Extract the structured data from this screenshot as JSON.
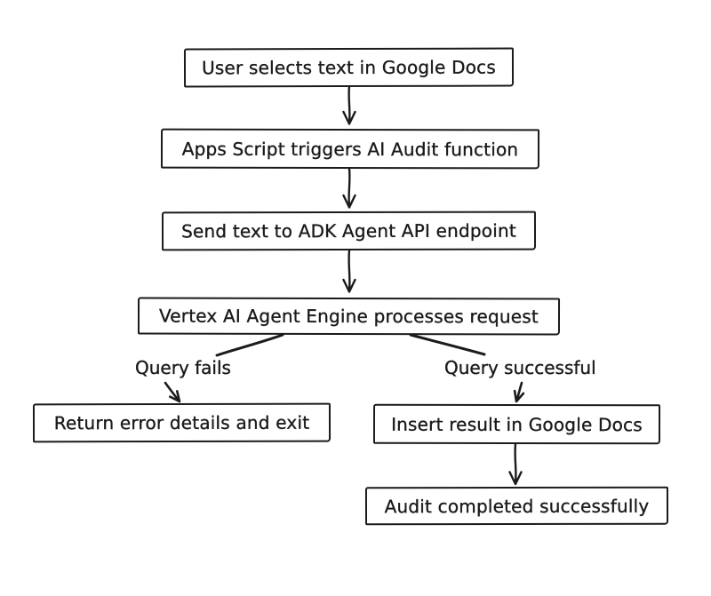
{
  "diagram": {
    "type": "flowchart",
    "background_color": "#ffffff",
    "stroke_color": "#1b1b1b",
    "box_fill_color": "#ffffff",
    "nodes": [
      {
        "id": "user-selects-text",
        "label": "User selects text in Google Docs"
      },
      {
        "id": "apps-script-trigger",
        "label": "Apps Script triggers AI Audit function"
      },
      {
        "id": "send-text-adk",
        "label": "Send text to ADK Agent API endpoint"
      },
      {
        "id": "vertex-engine",
        "label": "Vertex AI Agent Engine processes request"
      },
      {
        "id": "return-error",
        "label": "Return error details and exit"
      },
      {
        "id": "insert-result",
        "label": "Insert result in Google Docs"
      },
      {
        "id": "audit-complete",
        "label": "Audit completed successfully"
      }
    ],
    "edge_labels": [
      {
        "id": "query-fails",
        "label": "Query fails"
      },
      {
        "id": "query-successful",
        "label": "Query successful"
      }
    ],
    "edges": [
      {
        "from": "user-selects-text",
        "to": "apps-script-trigger",
        "label": ""
      },
      {
        "from": "apps-script-trigger",
        "to": "send-text-adk",
        "label": ""
      },
      {
        "from": "send-text-adk",
        "to": "vertex-engine",
        "label": ""
      },
      {
        "from": "vertex-engine",
        "to": "return-error",
        "label": "Query fails"
      },
      {
        "from": "vertex-engine",
        "to": "insert-result",
        "label": "Query successful"
      },
      {
        "from": "insert-result",
        "to": "audit-complete",
        "label": ""
      }
    ]
  }
}
